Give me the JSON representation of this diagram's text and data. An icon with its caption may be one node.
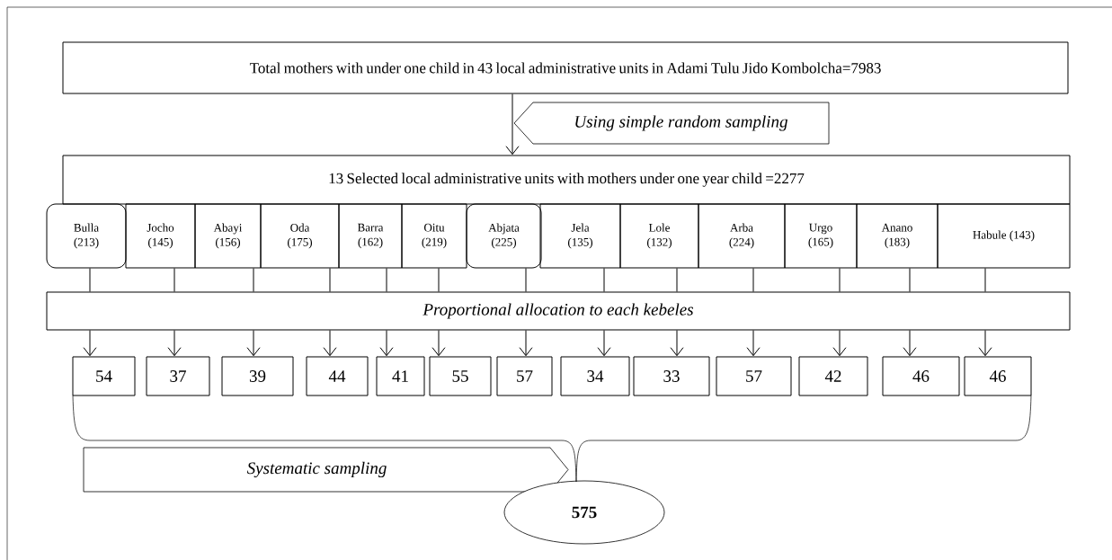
{
  "diagram": {
    "nodes": [
      {
        "text": [
          "Total mothers with under one child in 43 local administrative units in Adami Tulu Jido Kombolcha=7983"
        ]
      },
      {
        "text": [
          "Using simple random sampling"
        ]
      },
      {
        "text": [
          "13 Selected local administrative units with mothers under one year child =2277"
        ]
      },
      {
        "text": [
          "Bulla (213)"
        ]
      },
      {
        "text": [
          "Jocho (145)"
        ]
      },
      {
        "text": [
          "Abayi (156)"
        ]
      },
      {
        "text": [
          "Oda (175)"
        ]
      },
      {
        "text": [
          "Barra (162)"
        ]
      },
      {
        "text": [
          "Oitu (219)"
        ]
      },
      {
        "text": [
          "Abjata (225)"
        ]
      },
      {
        "text": [
          "Jela (135)"
        ]
      },
      {
        "text": [
          "Lole (132)"
        ]
      },
      {
        "text": [
          "Arba (224)"
        ]
      },
      {
        "text": [
          "Urgo (165)"
        ]
      },
      {
        "text": [
          "Anano (183)"
        ]
      },
      {
        "text": [
          "Habule (143)"
        ]
      },
      {
        "text": [
          "Proportional allocation to each kebeles"
        ]
      },
      {
        "text": [
          "54"
        ]
      },
      {
        "text": [
          "37"
        ]
      },
      {
        "text": [
          "39"
        ]
      },
      {
        "text": [
          "44"
        ]
      },
      {
        "text": [
          "41"
        ]
      },
      {
        "text": [
          "55"
        ]
      },
      {
        "text": [
          "57"
        ]
      },
      {
        "text": [
          "34"
        ]
      },
      {
        "text": [
          "33"
        ]
      },
      {
        "text": [
          "57"
        ]
      },
      {
        "text": [
          "42"
        ]
      },
      {
        "text": [
          "46"
        ]
      },
      {
        "text": [
          "46"
        ]
      },
      {
        "text": [
          "Systematic sampling"
        ]
      },
      {
        "text": [
          "575"
        ]
      }
    ],
    "edges": [
      {
        "from": 0,
        "to": 2,
        "arrow": "to"
      },
      {
        "from": 3,
        "to": 16,
        "arrow": "none"
      },
      {
        "from": 4,
        "to": 16,
        "arrow": "none"
      },
      {
        "from": 5,
        "to": 16,
        "arrow": "none"
      },
      {
        "from": 6,
        "to": 16,
        "arrow": "none"
      },
      {
        "from": 7,
        "to": 16,
        "arrow": "none"
      },
      {
        "from": 8,
        "to": 16,
        "arrow": "none"
      },
      {
        "from": 9,
        "to": 16,
        "arrow": "none"
      },
      {
        "from": 10,
        "to": 16,
        "arrow": "none"
      },
      {
        "from": 11,
        "to": 16,
        "arrow": "none"
      },
      {
        "from": 12,
        "to": 16,
        "arrow": "none"
      },
      {
        "from": 13,
        "to": 16,
        "arrow": "none"
      },
      {
        "from": 14,
        "to": 16,
        "arrow": "none"
      },
      {
        "from": 15,
        "to": 16,
        "arrow": "none"
      },
      {
        "from": 16,
        "to": 17,
        "arrow": "to"
      },
      {
        "from": 16,
        "to": 18,
        "arrow": "to"
      },
      {
        "from": 16,
        "to": 19,
        "arrow": "to"
      },
      {
        "from": 16,
        "to": 20,
        "arrow": "to"
      },
      {
        "from": 16,
        "to": 21,
        "arrow": "to"
      },
      {
        "from": 16,
        "to": 22,
        "arrow": "to"
      },
      {
        "from": 16,
        "to": 23,
        "arrow": "to"
      },
      {
        "from": 16,
        "to": 24,
        "arrow": "to"
      },
      {
        "from": 16,
        "to": 25,
        "arrow": "to"
      },
      {
        "from": 16,
        "to": 26,
        "arrow": "to"
      },
      {
        "from": 16,
        "to": 27,
        "arrow": "to"
      },
      {
        "from": 16,
        "to": 28,
        "arrow": "to"
      },
      {
        "from": 16,
        "to": 29,
        "arrow": "to"
      }
    ]
  }
}
